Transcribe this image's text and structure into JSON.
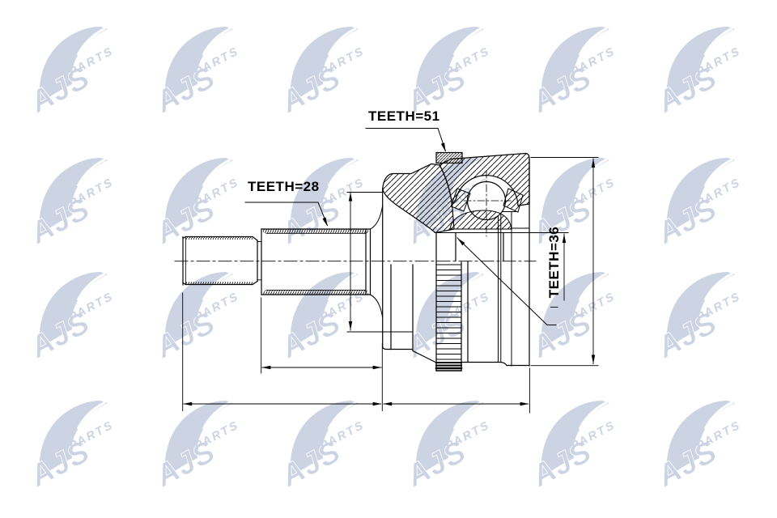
{
  "page": {
    "background": "#ffffff"
  },
  "watermark": {
    "brand": "AJS",
    "word": "PARTS",
    "color": "#ccd3e2",
    "grid_cols": 6,
    "grid_rows": 4
  },
  "diagram": {
    "type": "cv-joint-technical-drawing",
    "line_color": "#000000",
    "labels": {
      "teeth_top": "TEETH=51",
      "teeth_shaft": "TEETH=28",
      "teeth_hub": "TEETH=36"
    }
  }
}
